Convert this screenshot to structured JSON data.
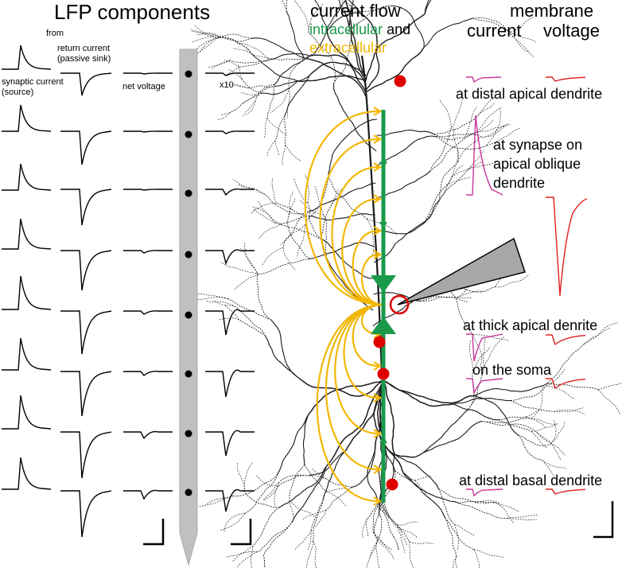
{
  "left": {
    "title": "LFP components",
    "from": "from",
    "synaptic_current": "synaptic current",
    "synaptic_source": "(source)",
    "return_current": "return current",
    "return_sink": "(passive sink)",
    "net_voltage": "net voltage",
    "scale_x10": "x10"
  },
  "middle": {
    "title": "current flow",
    "intracellular": "intracellular",
    "and": "and",
    "extracellular": "extracellular"
  },
  "right": {
    "membrane": "membrane",
    "current": "current",
    "voltage": "voltage",
    "labels": {
      "distal_apical": "at distal apical dendrite",
      "synapse_line1": "at synapse on",
      "synapse_line2": "apical oblique",
      "synapse_line3": "dendrite",
      "thick_apical": "at thick apical denrite",
      "soma": "on the soma",
      "distal_basal": "at distal basal dendrite"
    }
  },
  "colors": {
    "intracellular": "#1a9a4a",
    "extracellular": "#f2b705",
    "membrane_current": "#c8359a",
    "membrane_voltage": "#e02020",
    "synapse_marker": "#e00000",
    "electrode": "#c0c0c0"
  }
}
